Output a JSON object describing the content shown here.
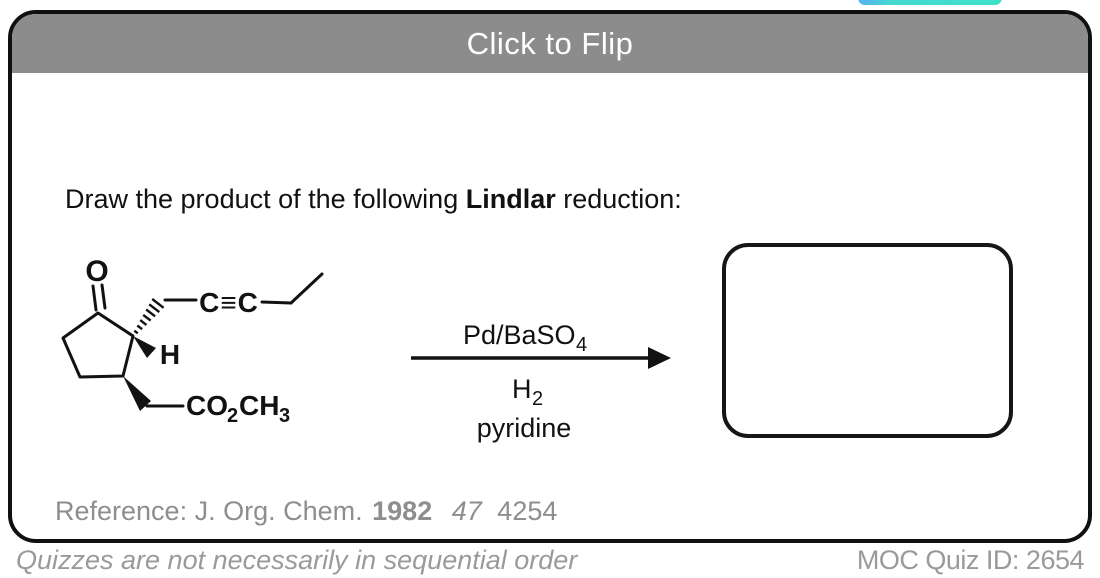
{
  "top_button": {
    "color_left": "#58aef0",
    "color_right": "#40e0c9"
  },
  "header": {
    "title": "Click to Flip",
    "bg_color": "#8c8c8c",
    "text_color": "#ffffff"
  },
  "question": {
    "prefix": "Draw the product of the following ",
    "bold": "Lindlar",
    "suffix": " reduction:"
  },
  "molecule": {
    "carbonyl_label": "O",
    "alkyne_label": "C≡C",
    "stereo_h_label": "H",
    "ester_main": "CO",
    "ester_sub1": "2",
    "ester_mid": "CH",
    "ester_sub2": "3"
  },
  "reaction": {
    "reagent_line1_main": "Pd/BaSO",
    "reagent_line1_sub": "4",
    "reagent_line2_main": "H",
    "reagent_line2_sub": "2",
    "reagent_line3": "pyridine"
  },
  "answer_box": {
    "content": ""
  },
  "reference": {
    "label": "Reference: J. Org. Chem.",
    "year": "1982",
    "volume": "47",
    "page": "4254",
    "text_color": "#8e8e8e"
  },
  "footer": {
    "left": "Quizzes are not necessarily in sequential order",
    "right": "MOC Quiz ID: 2654",
    "text_color": "#9a9a9a"
  }
}
